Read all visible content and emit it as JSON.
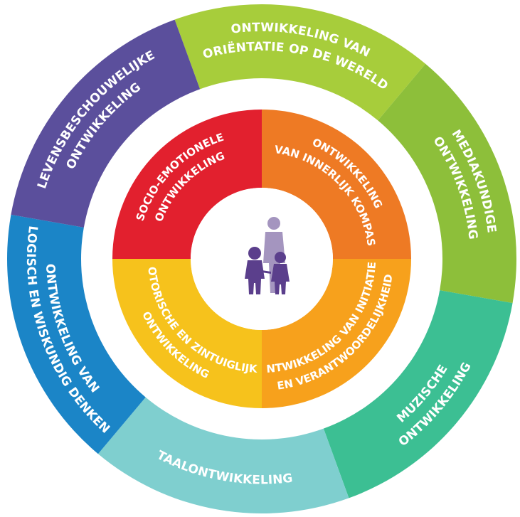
{
  "outer_ring": [
    {
      "id": "orientatie",
      "lines": [
        "ONTWIKKELING VAN",
        "ORIËNTATIE OP DE WERELD"
      ],
      "color": "#a7cd3b"
    },
    {
      "id": "mediakundige",
      "lines": [
        "MEDIAKUNDIGE",
        "ONTWIKKELING"
      ],
      "color": "#8dbf3a"
    },
    {
      "id": "muzische",
      "lines": [
        "MUZISCHE",
        "ONTWIKKELING"
      ],
      "color": "#3cbf93"
    },
    {
      "id": "taalontwikkeling",
      "lines": [
        "TAALONTWIKKELING"
      ],
      "color": "#7fcfcf"
    },
    {
      "id": "logisch",
      "lines": [
        "ONTWIKKELING VAN",
        "LOGISCH EN WISKUNDIG DENKEN"
      ],
      "color": "#1b85c7"
    },
    {
      "id": "levensbeschouwelijke",
      "lines": [
        "LEVENSBESCHOUWELIJKE",
        "ONTWIKKELING"
      ],
      "color": "#5b4f9c"
    }
  ],
  "inner_ring": [
    {
      "id": "innerlijk-kompas",
      "lines": [
        "ONTWIKKELING",
        "VAN INNERLIJK KOMPAS"
      ],
      "color": "#ee7a24"
    },
    {
      "id": "initiatief",
      "lines": [
        "ONTWIKKELING VAN INITIATIEF",
        "EN VERANTWOORDELIJKHEID"
      ],
      "color": "#f7a11c"
    },
    {
      "id": "motorische",
      "lines": [
        "MOTORISCHE EN ZINTUIGLIJKE",
        "ONTWIKKELING"
      ],
      "color": "#f6c21c"
    },
    {
      "id": "socio-emotionele",
      "lines": [
        "SOCIO-EMOTIONELE",
        "ONTWIKKELING"
      ],
      "color": "#e2202e"
    }
  ],
  "center_icon": "parent-and-children-walking-icon",
  "colors": {
    "background": "#ffffff",
    "figure": "#5b3f8c"
  }
}
